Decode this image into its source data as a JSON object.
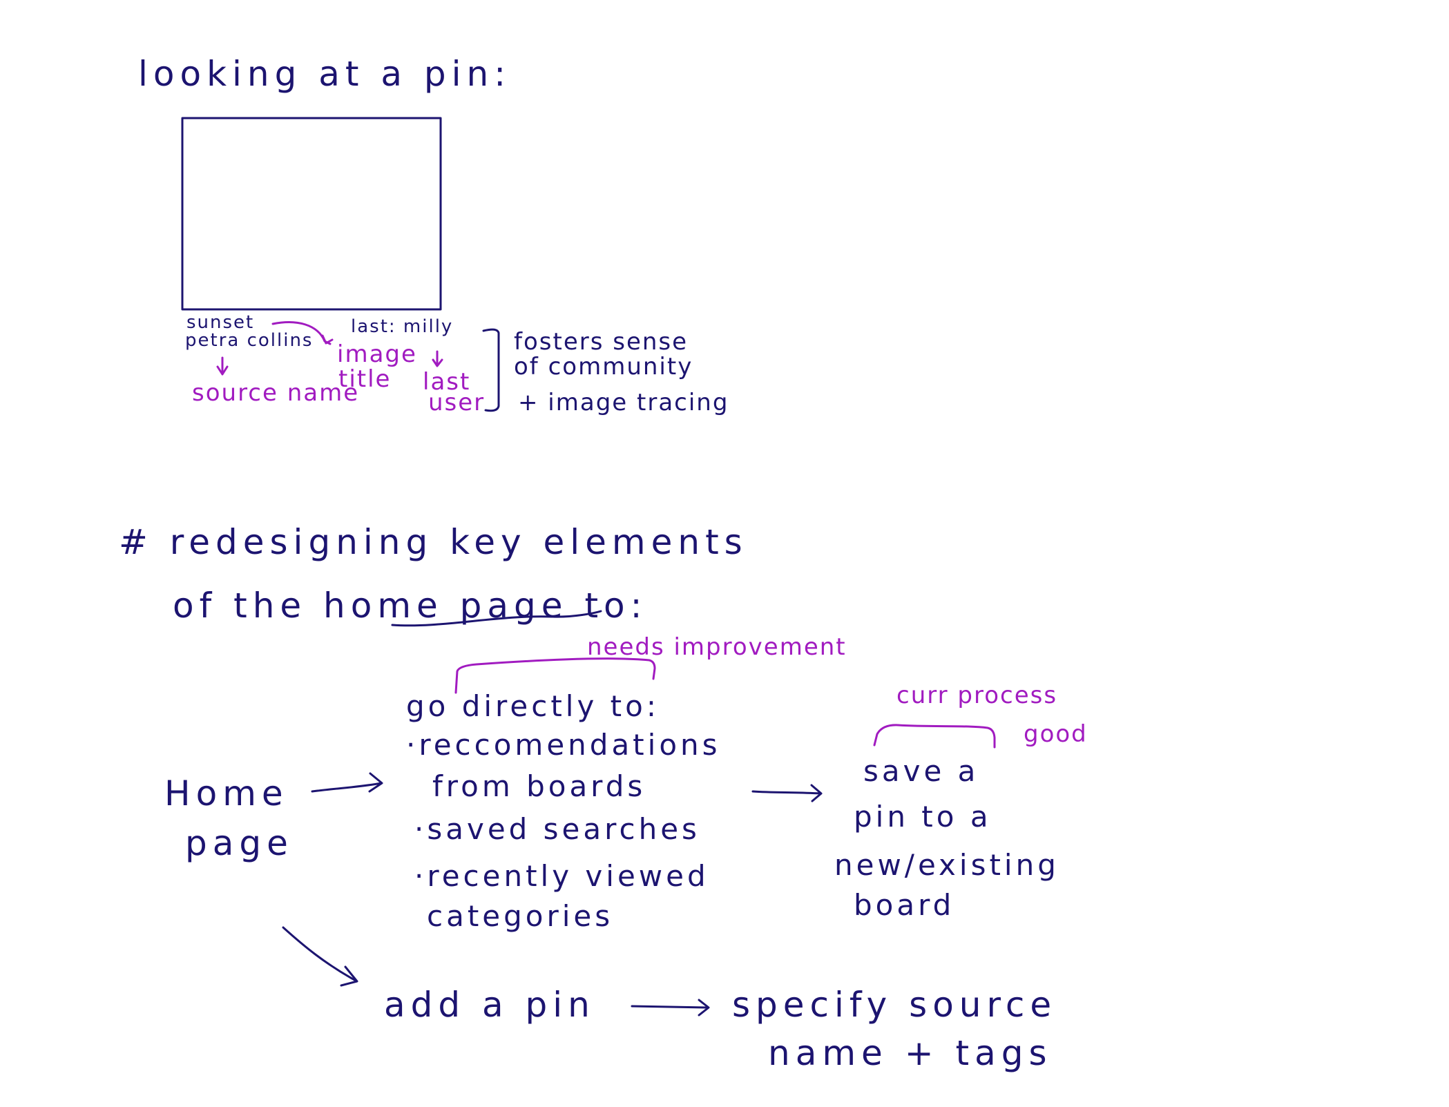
{
  "heading_pin": "looking at a pin:",
  "pin_card": {
    "title": "sunset",
    "author": "petra collins",
    "last_user": "last: milly"
  },
  "pin_annotations": {
    "source_name": "source name",
    "image_title": [
      "image",
      "title"
    ],
    "last_user": [
      "last",
      "user"
    ]
  },
  "pin_goals": [
    "fosters sense",
    "of community",
    "+ image tracing"
  ],
  "heading_redesign": [
    "# redesigning key elements",
    "of the home page to:"
  ],
  "notes": {
    "needs_improvement": "needs improvement",
    "process_good": [
      "curr process",
      "good"
    ]
  },
  "flow": {
    "start": [
      "Home",
      "page"
    ],
    "go_directly": [
      "go directly to:",
      "·reccomendations",
      "from boards",
      "·saved searches",
      "·recently viewed",
      "categories"
    ],
    "save_pin": [
      "save a",
      "pin to a",
      "new/existing",
      "board"
    ],
    "add_pin": "add a pin",
    "specify": [
      "specify source",
      "name + tags"
    ]
  },
  "colors": {
    "ink": "#1c1470",
    "accent": "#a11bc0"
  }
}
